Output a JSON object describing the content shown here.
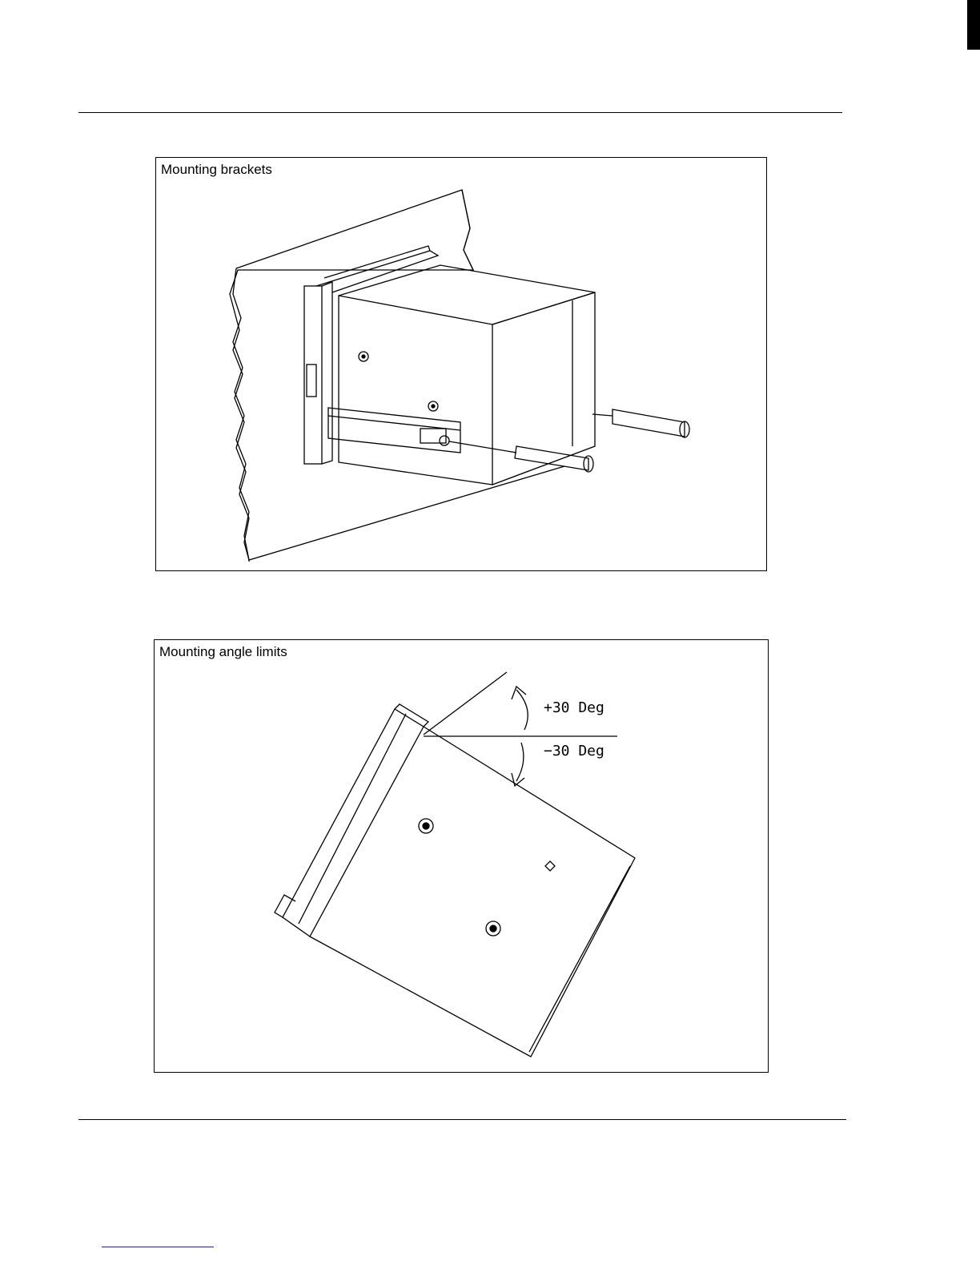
{
  "figures": [
    {
      "title": "Mounting brackets"
    },
    {
      "title": "Mounting angle limits",
      "labels": {
        "upper": "+30 Deg",
        "lower": "−30 Deg"
      }
    }
  ]
}
